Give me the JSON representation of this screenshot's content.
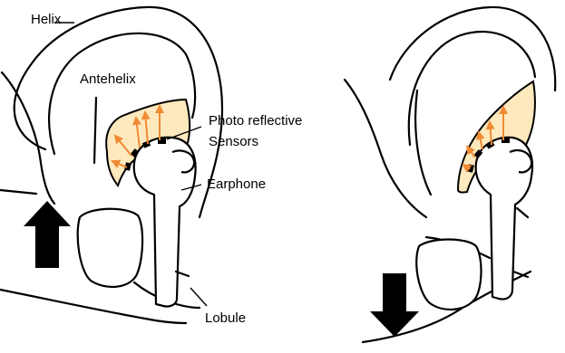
{
  "labels": {
    "helix": "Helix",
    "antehelix": "Antehelix",
    "sensors_line1": "Photo reflective",
    "sensors_line2": "Sensors",
    "earphone": "Earphone",
    "lobule": "Lobule"
  },
  "colors": {
    "skin_highlight": "#fde9bd",
    "reflection_arrow": "#f08a35",
    "outline": "#000000",
    "direction_arrow": "#000000"
  },
  "panels": [
    {
      "id": "left",
      "push_direction": "up"
    },
    {
      "id": "right",
      "push_direction": "down"
    }
  ]
}
